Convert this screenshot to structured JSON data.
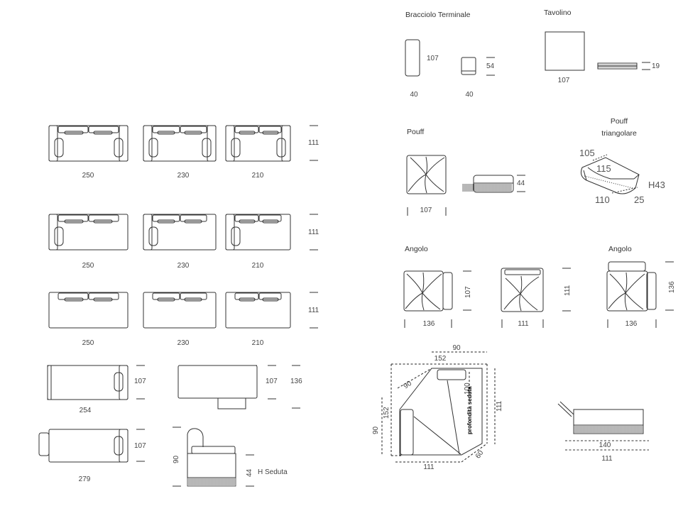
{
  "sections": {
    "bracciolo": "Bracciolo Terminale",
    "tavolino": "Tavolino",
    "pouff": "Pouff",
    "pouff_tri": "Pouff\ntriangolare",
    "angolo_left": "Angolo",
    "angolo_right": "Angolo"
  },
  "sofa_rows": {
    "row1": {
      "widths": [
        "250",
        "230",
        "210"
      ],
      "depth": "111"
    },
    "row2": {
      "widths": [
        "250",
        "230",
        "210"
      ],
      "depth": "111"
    },
    "row3": {
      "widths": [
        "250",
        "230",
        "210"
      ],
      "depth": "111"
    }
  },
  "chaise": {
    "width_a": "254",
    "depth_a": "107",
    "width_b": "279",
    "depth_b": "107"
  },
  "bench": {
    "depth": "107",
    "total_depth": "136"
  },
  "side_view": {
    "height": "90",
    "seat_height": "44",
    "seat_label": "H Seduta"
  },
  "bracciolo_dims": {
    "height_a": "107",
    "width_a": "40",
    "height_b": "54",
    "width_b": "40"
  },
  "tavolino_dims": {
    "width": "107",
    "height": "19"
  },
  "pouff_dims": {
    "width": "107",
    "height": "44"
  },
  "pouff_tri_dims": {
    "a": "105",
    "b": "115",
    "c": "110",
    "d": "25",
    "h": "H43"
  },
  "angolo_dims": {
    "w1": "136",
    "d1": "107",
    "w2": "111",
    "d2": "111",
    "w3": "136",
    "d3": "136"
  },
  "corner_plan": {
    "top": "90",
    "top2": "152",
    "diag": "90",
    "left": "152",
    "left2": "90",
    "depth": "100",
    "right": "111",
    "bottom": "111",
    "diag2": "60",
    "seat_depth_label": "profondità seduta"
  },
  "corner_side": {
    "w1": "140",
    "w2": "111"
  }
}
